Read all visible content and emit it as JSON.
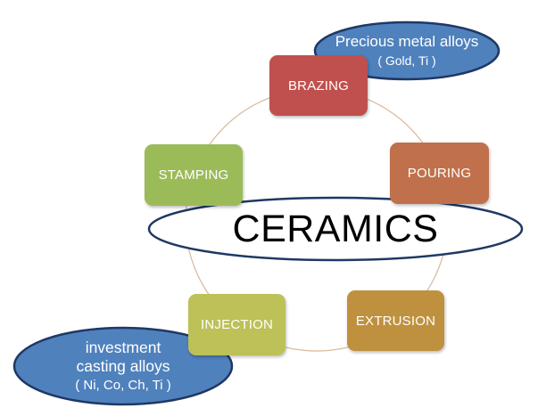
{
  "colors": {
    "brazing": "#c0504d",
    "pouring": "#c0714b",
    "extrusion": "#bf913f",
    "injection": "#bdc157",
    "stamping": "#9bbb59",
    "callout_fill": "#4f81bd",
    "callout_stroke": "#1f3864",
    "ring": "#d9b89a"
  },
  "center": {
    "label": "CERAMICS"
  },
  "nodes": {
    "brazing": "BRAZING",
    "pouring": "POURING",
    "extrusion": "EXTRUSION",
    "injection": "INJECTION",
    "stamping": "STAMPING"
  },
  "callouts": {
    "top": {
      "line1": "Precious metal alloys",
      "line2": "( Gold, Ti )"
    },
    "bottom": {
      "line1": "investment",
      "line2": "casting alloys",
      "line3": "(  Ni, Co, Ch, Ti )"
    }
  }
}
